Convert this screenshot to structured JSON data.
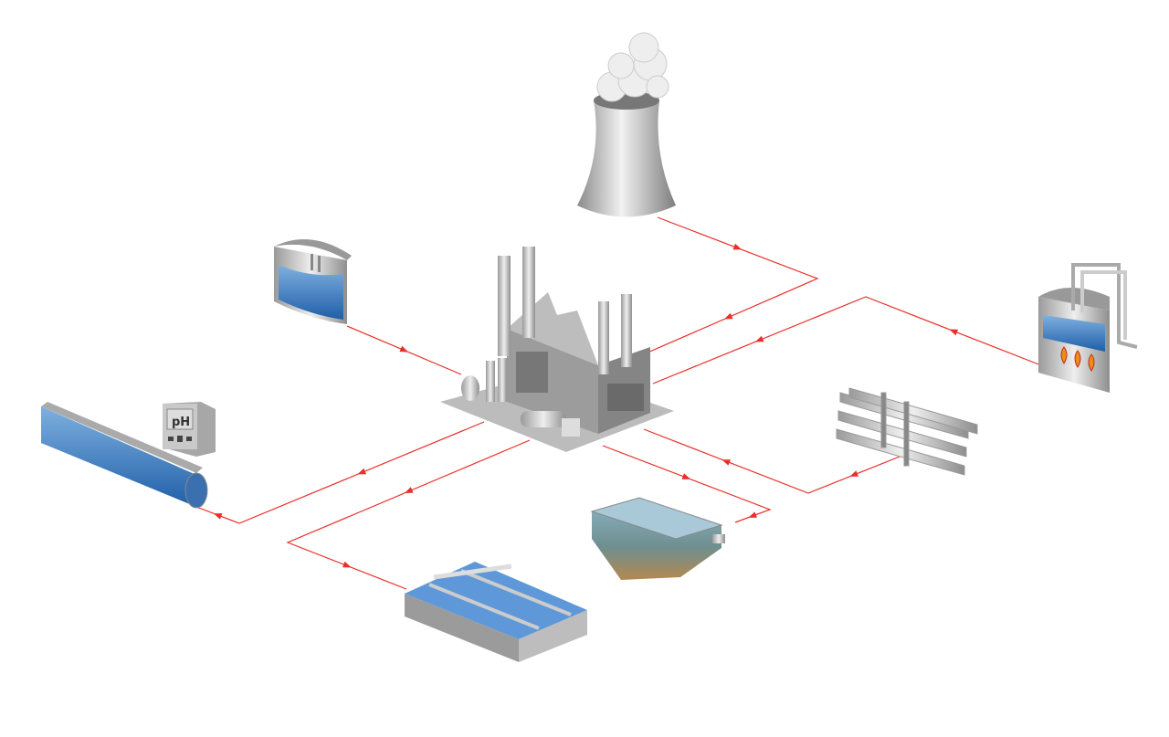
{
  "diagram": {
    "ph_meter_label": "pH",
    "colors": {
      "flow_line": "#e8302a",
      "water": "#3d79b8",
      "metal": "#b5b5b5"
    },
    "flows": [
      {
        "from": "cooling-tower",
        "to": "factory"
      },
      {
        "from": "heater-tank",
        "to": "factory"
      },
      {
        "from": "storage-tank",
        "to": "factory"
      },
      {
        "from": "pipe-bundle",
        "to": "factory"
      },
      {
        "from": "factory",
        "to": "sedimentation-tank"
      },
      {
        "from": "factory",
        "to": "ph-channel"
      },
      {
        "from": "factory",
        "to": "aeration-tank"
      }
    ]
  }
}
